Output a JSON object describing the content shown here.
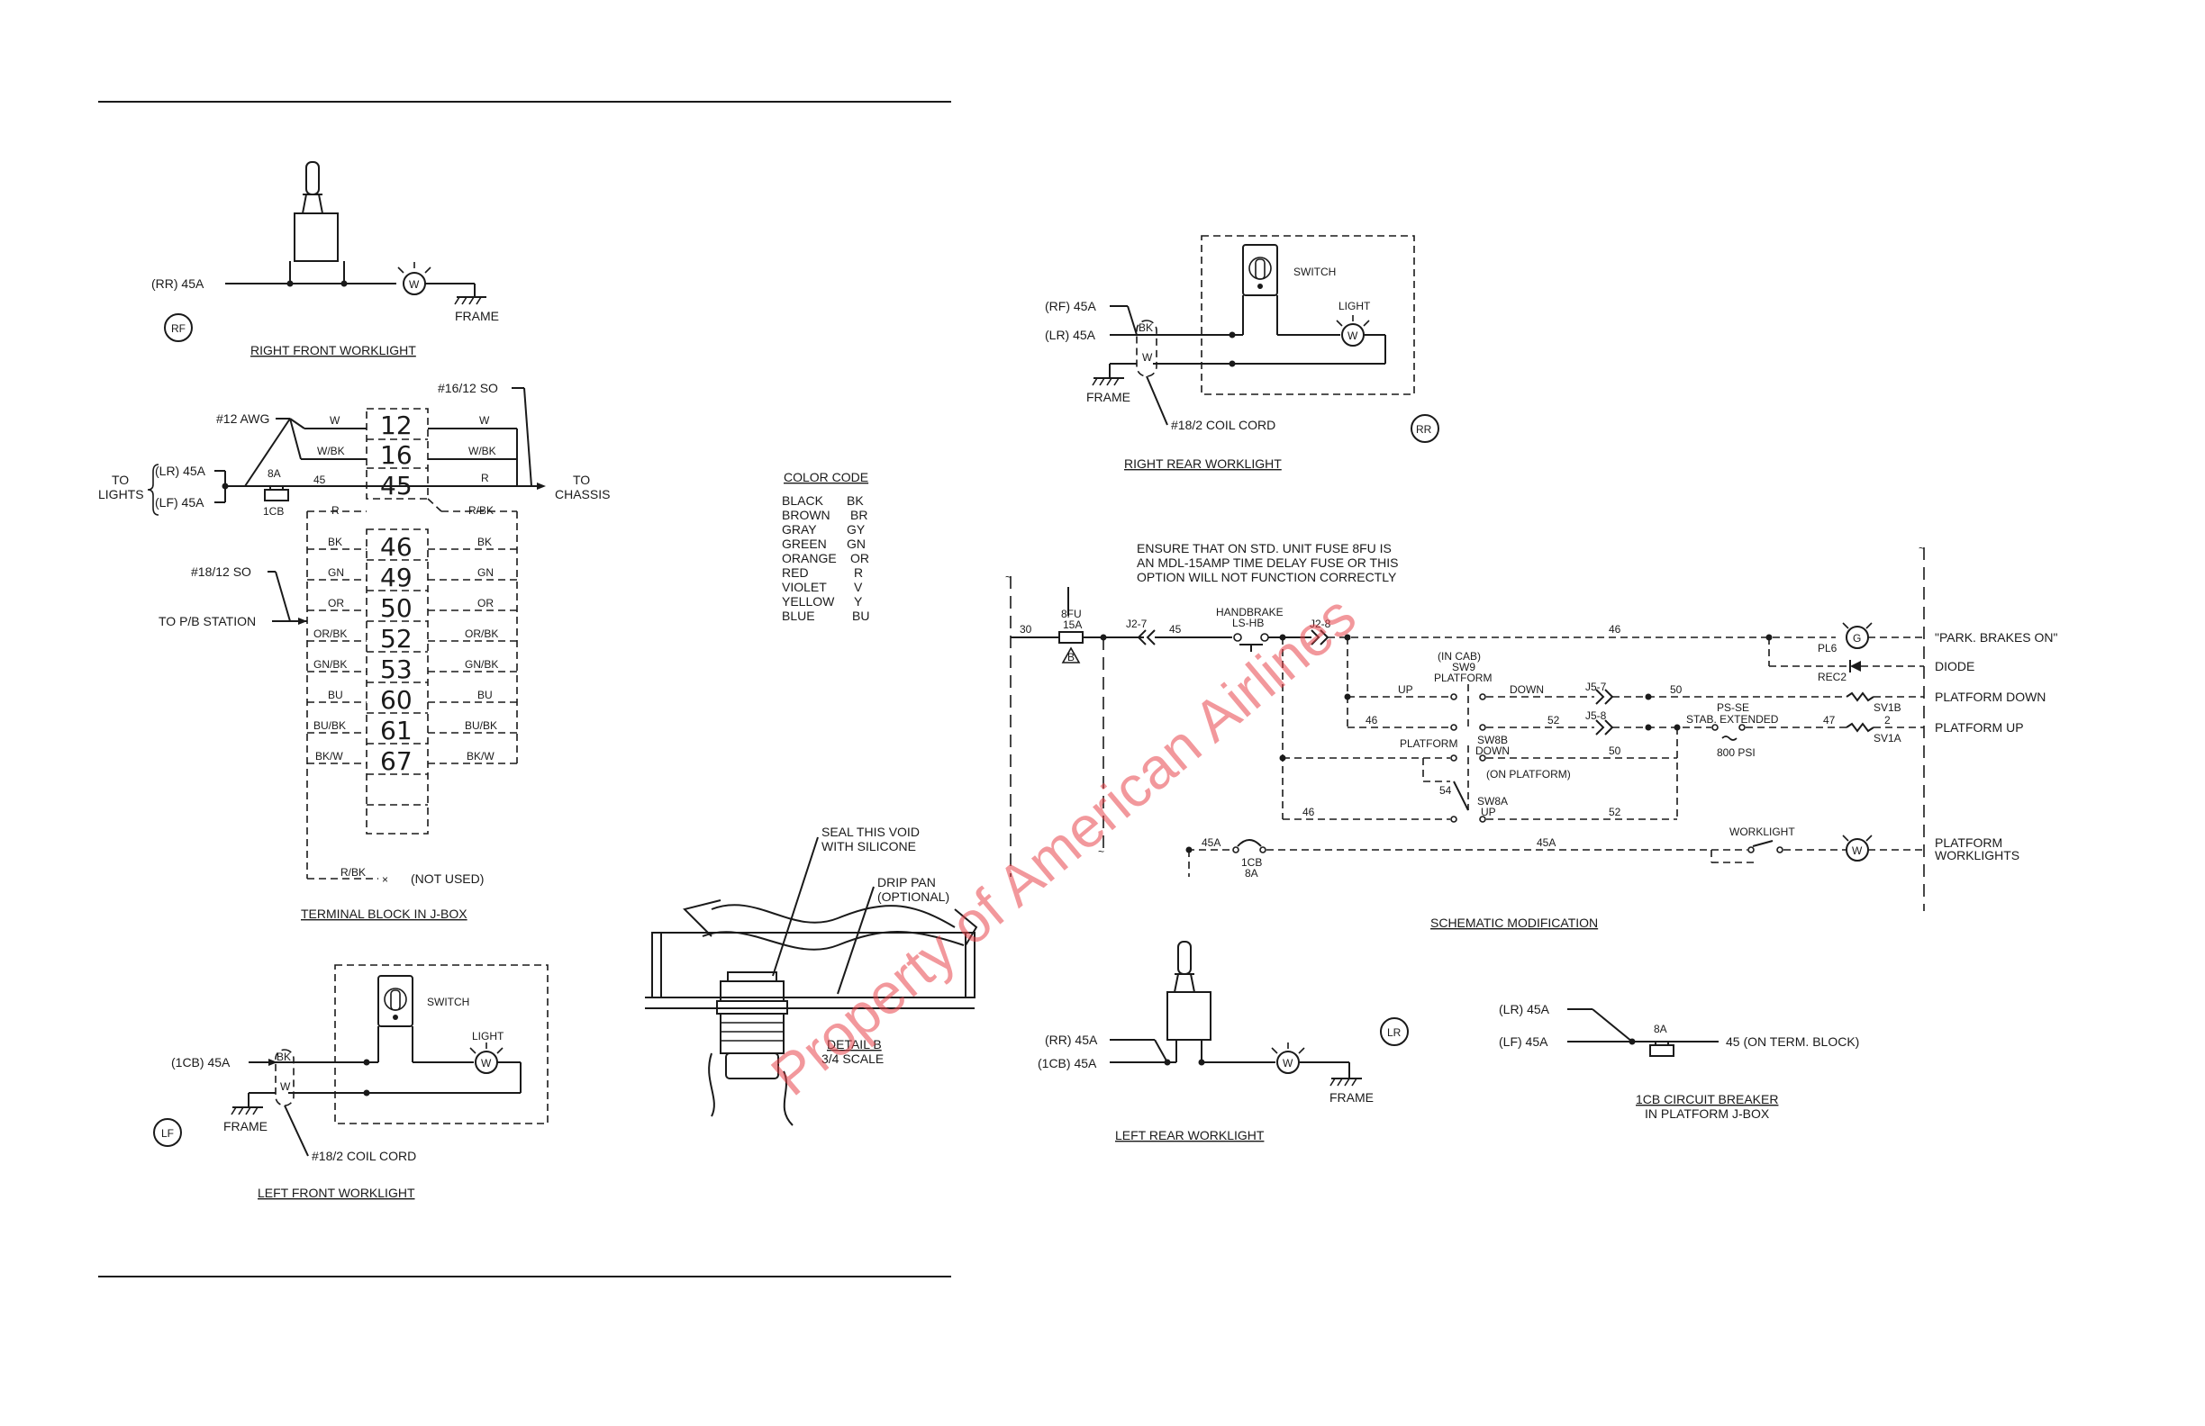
{
  "watermark": "Property of American Airlines",
  "rf": {
    "title": "RIGHT FRONT WORKLIGHT",
    "wire": "(RR) 45A",
    "lamp": "W",
    "frame": "FRAME",
    "tag": "RF"
  },
  "tb": {
    "title": "TERMINAL BLOCK IN J-BOX",
    "awg": "#12 AWG",
    "so_top": "#16/12 SO",
    "so_left": "#18/12 SO",
    "to": "TO",
    "lights": "LIGHTS",
    "lr": "(LR) 45A",
    "lf": "(LF) 45A",
    "breaker_amp": "8A",
    "breaker_id": "1CB",
    "to_chassis_1": "TO",
    "to_chassis_2": "CHASSIS",
    "to_pb": "TO P/B STATION",
    "not_used_wire": "R/BK",
    "not_used": "(NOT USED)",
    "wire_45": "45",
    "terminals": [
      {
        "num": "12",
        "left": "W",
        "right": "W"
      },
      {
        "num": "16",
        "left": "W/BK",
        "right": "W/BK"
      },
      {
        "num": "45",
        "left": "R",
        "right": "R"
      },
      {
        "num": "46",
        "left": "BK",
        "right": "BK"
      },
      {
        "num": "49",
        "left": "GN",
        "right": "GN"
      },
      {
        "num": "50",
        "left": "OR",
        "right": "OR"
      },
      {
        "num": "52",
        "left": "OR/BK",
        "right": "OR/BK"
      },
      {
        "num": "53",
        "left": "GN/BK",
        "right": "GN/BK"
      },
      {
        "num": "60",
        "left": "BU",
        "right": "BU"
      },
      {
        "num": "61",
        "left": "BU/BK",
        "right": "BU/BK"
      },
      {
        "num": "67",
        "left": "BK/W",
        "right": "BK/W"
      }
    ],
    "r_bk_right": "R/BK"
  },
  "lf": {
    "title": "LEFT FRONT WORKLIGHT",
    "wire": "(1CB) 45A",
    "bk": "BK",
    "w": "W",
    "switch": "SWITCH",
    "light": "LIGHT",
    "lamp": "W",
    "frame": "FRAME",
    "cord": "#18/2 COIL CORD",
    "tag": "LF"
  },
  "color_code": {
    "title": "COLOR CODE",
    "items": [
      {
        "name": "BLACK",
        "code": "BK"
      },
      {
        "name": "BROWN",
        "code": "BR"
      },
      {
        "name": "GRAY",
        "code": "GY"
      },
      {
        "name": "GREEN",
        "code": "GN"
      },
      {
        "name": "ORANGE",
        "code": "OR"
      },
      {
        "name": "RED",
        "code": "R"
      },
      {
        "name": "VIOLET",
        "code": "V"
      },
      {
        "name": "YELLOW",
        "code": "Y"
      },
      {
        "name": "BLUE",
        "code": "BU"
      }
    ]
  },
  "detail": {
    "seal_1": "SEAL THIS VOID",
    "seal_2": "WITH SILICONE",
    "drip_1": "DRIP PAN",
    "drip_2": "(OPTIONAL)",
    "title": "DETAIL B",
    "scale": "3/4 SCALE"
  },
  "rr": {
    "title": "RIGHT REAR WORKLIGHT",
    "rf_wire": "(RF) 45A",
    "lr_wire": "(LR) 45A",
    "bk": "BK",
    "w": "W",
    "switch": "SWITCH",
    "light": "LIGHT",
    "lamp": "W",
    "frame": "FRAME",
    "cord": "#18/2 COIL CORD",
    "tag": "RR"
  },
  "schematic": {
    "title": "SCHEMATIC MODIFICATION",
    "note_1": "ENSURE THAT ON STD. UNIT FUSE 8FU IS",
    "note_2": "AN MDL-15AMP TIME DELAY FUSE OR THIS",
    "note_3": "OPTION WILL NOT FUNCTION CORRECTLY",
    "w30": "30",
    "fuse_id": "8FU",
    "fuse_amp": "15A",
    "fuse_mark": "B",
    "j2_7": "J2-7",
    "w45": "45",
    "handbrake": "HANDBRAKE",
    "ls_hb": "LS-HB",
    "j2_8": "J2-8",
    "w46": "46",
    "pl6": "PL6",
    "lamp_g": "G",
    "park": "\"PARK. BRAKES ON\"",
    "rec2": "REC2",
    "diode": "DIODE",
    "in_cab": "(IN CAB)",
    "sw9": "SW9",
    "platform": "PLATFORM",
    "up": "UP",
    "down": "DOWN",
    "j5_7": "J5-7",
    "w50": "50",
    "sv1b": "SV1B",
    "plat_down": "PLATFORM DOWN",
    "w46b": "46",
    "w52": "52",
    "j5_8": "J5-8",
    "ps_se": "PS-SE",
    "stab": "STAB. EXTENDED",
    "w47": "47",
    "two": "2",
    "sv1a": "SV1A",
    "plat_up": "PLATFORM UP",
    "psi": "800 PSI",
    "platform2": "PLATFORM",
    "sw8b": "SW8B",
    "down2": "DOWN",
    "w50b": "50",
    "w54": "54",
    "on_platform": "(ON PLATFORM)",
    "w46c": "46",
    "sw8a": "SW8A",
    "up2": "UP",
    "w52b": "52",
    "w45a": "45A",
    "cb": "1CB",
    "cb_amp": "8A",
    "w45a2": "45A",
    "worklight": "WORKLIGHT",
    "lamp_w": "W",
    "plat_wl_1": "PLATFORM",
    "plat_wl_2": "WORKLIGHTS"
  },
  "lr": {
    "title": "LEFT REAR WORKLIGHT",
    "rr_wire": "(RR) 45A",
    "cb_wire": "(1CB) 45A",
    "lamp": "W",
    "frame": "FRAME",
    "tag": "LR"
  },
  "cb": {
    "title_1": "1CB CIRCUIT BREAKER",
    "title_2": "IN PLATFORM J-BOX",
    "lr": "(LR) 45A",
    "lf": "(LF) 45A",
    "amp": "8A",
    "out": "45 (ON TERM. BLOCK)"
  }
}
